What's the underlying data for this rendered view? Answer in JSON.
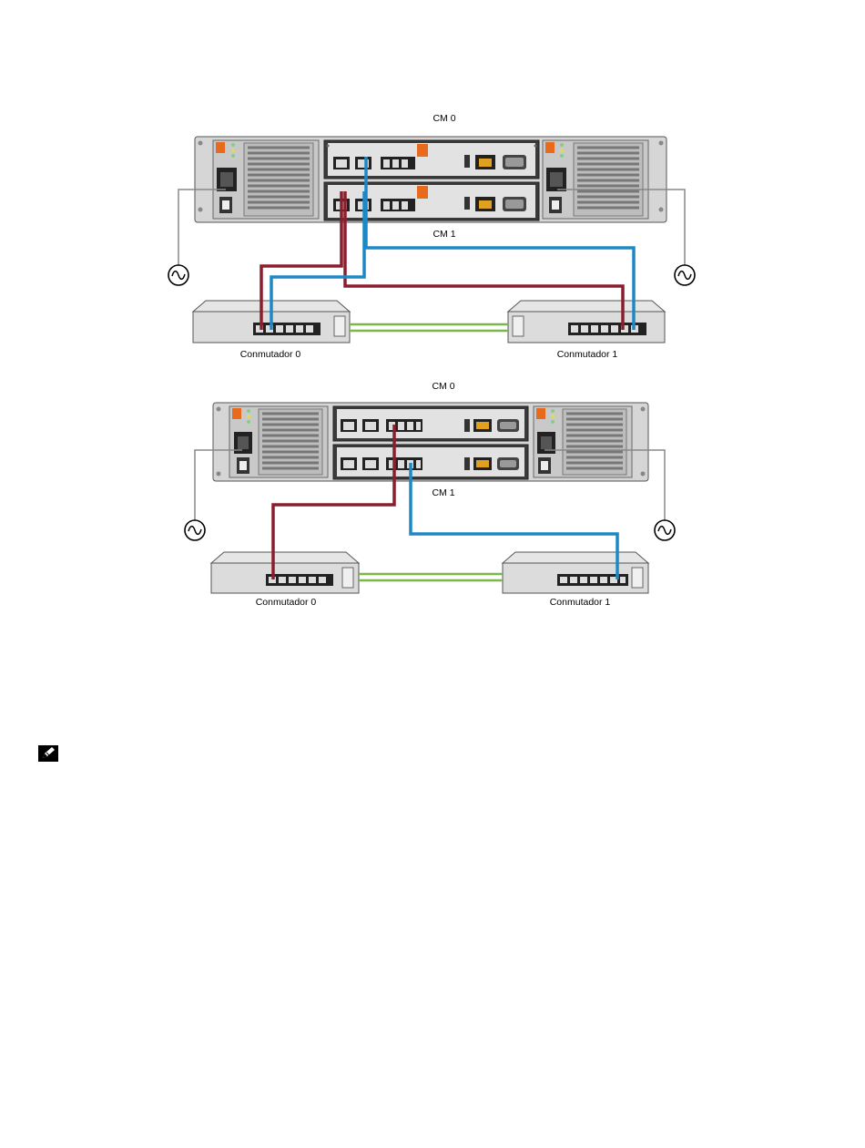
{
  "diagram_1": {
    "top_label": "CM 0",
    "bottom_label": "CM 1",
    "switch_left": "Conmutador 0",
    "switch_right": "Conmutador 1"
  },
  "diagram_2": {
    "top_label": "CM 0",
    "bottom_label": "CM 1",
    "switch_left": "Conmutador 0",
    "switch_right": "Conmutador 1"
  },
  "colors": {
    "red_cable": "#8b1e2d",
    "blue_cable": "#1e88c7",
    "green_link": "#7ab648",
    "chassis": "#d4d4d4",
    "accent_orange": "#e86a1c"
  },
  "icons": [
    "ac-power-icon",
    "note-pencil-icon"
  ]
}
